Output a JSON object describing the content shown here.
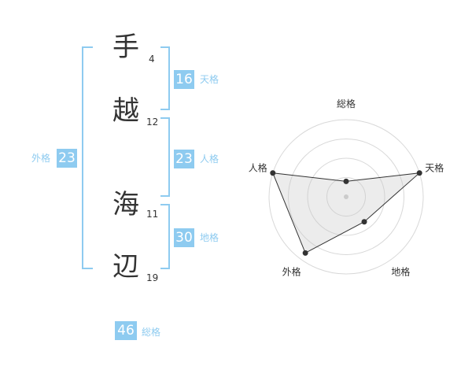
{
  "name": {
    "characters": [
      {
        "char": "手",
        "strokes": "4"
      },
      {
        "char": "越",
        "strokes": "12"
      },
      {
        "char": "海",
        "strokes": "11"
      },
      {
        "char": "辺",
        "strokes": "19"
      }
    ]
  },
  "kaku": {
    "ten": {
      "value": "16",
      "label": "天格"
    },
    "jin": {
      "value": "23",
      "label": "人格"
    },
    "chi": {
      "value": "30",
      "label": "地格"
    },
    "gai": {
      "value": "23",
      "label": "外格"
    },
    "sou": {
      "value": "46",
      "label": "総格"
    }
  },
  "colors": {
    "accent": "#8ecbf0",
    "text": "#333333"
  },
  "chart_data": {
    "type": "radar",
    "axes": [
      "総格",
      "天格",
      "地格",
      "外格",
      "人格"
    ],
    "values": [
      0.2,
      1.0,
      0.4,
      0.9,
      1.0
    ],
    "max": 1.0,
    "rings": 4
  }
}
